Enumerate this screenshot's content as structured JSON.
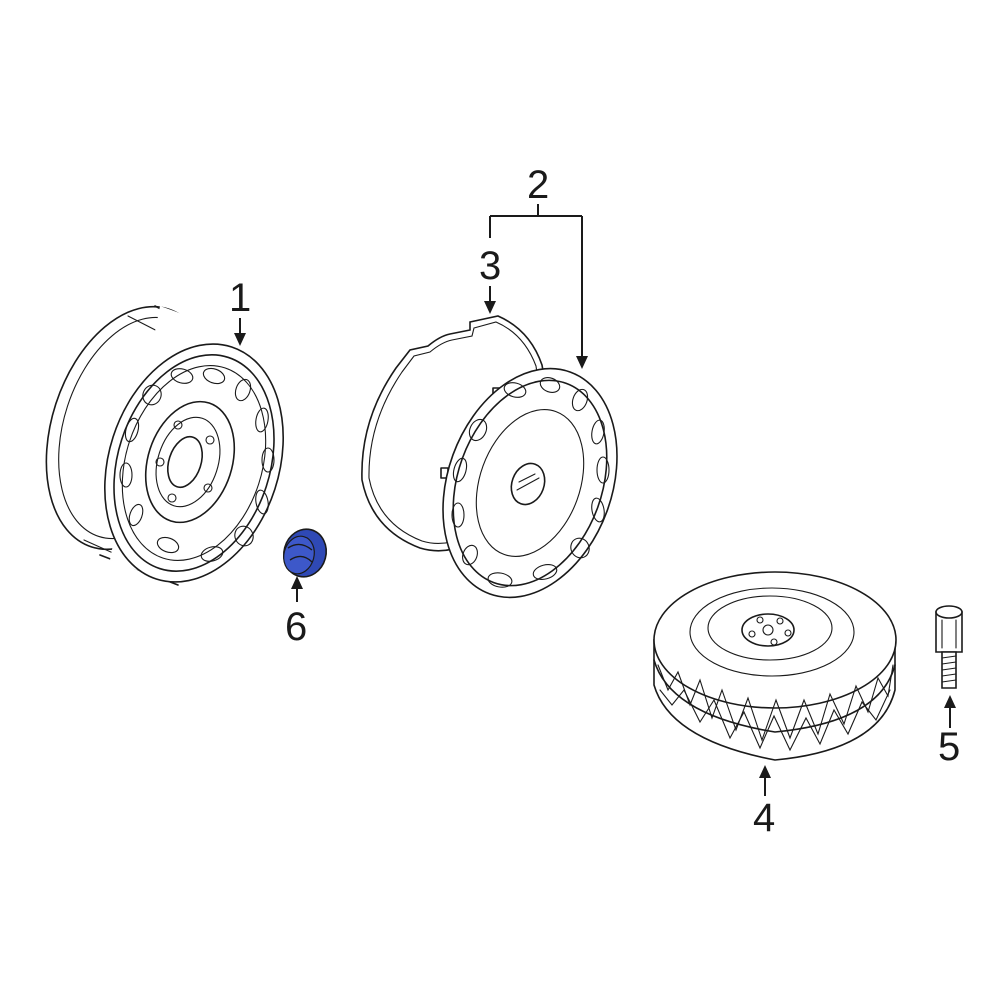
{
  "diagram": {
    "callouts": {
      "c1": "1",
      "c2": "2",
      "c3": "3",
      "c4": "4",
      "c5": "5",
      "c6": "6"
    },
    "colors": {
      "line": "#1a1a1a",
      "highlight_part": "#2f49b5",
      "background": "#ffffff"
    }
  }
}
